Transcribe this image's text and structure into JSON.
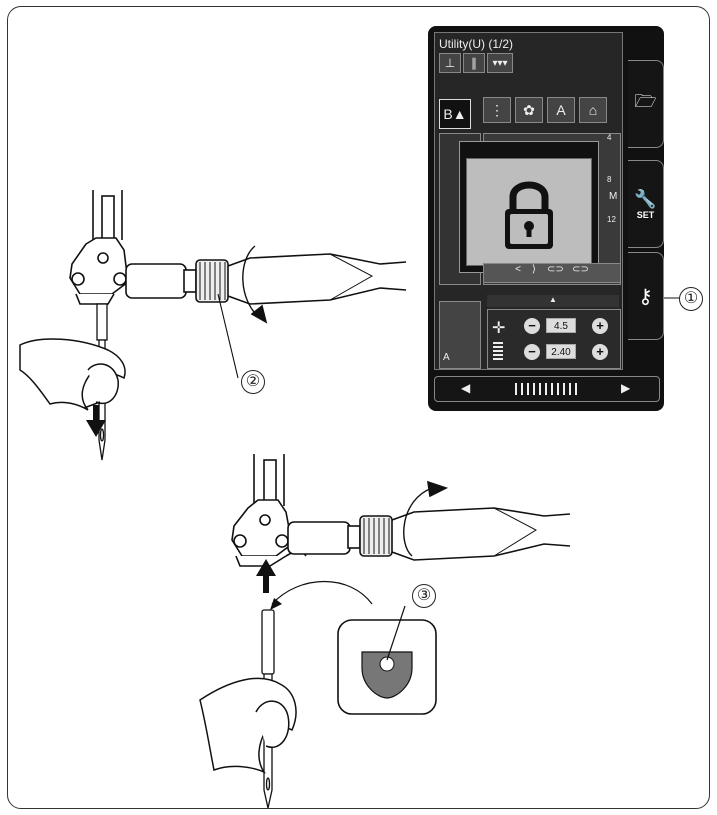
{
  "screen": {
    "title": "Utility(U) (1/2)",
    "set_label": "SET",
    "tab_letter": "B",
    "foot_letter": "A",
    "pattern_numbers": [
      "4",
      "8",
      "12"
    ],
    "pattern_letter": "M",
    "up_arrow": "▲",
    "left_arrow": "◀",
    "right_arrow": "▶",
    "stitch_width": "4.5",
    "stitch_length": "2.40",
    "minus": "−",
    "plus": "+"
  },
  "callouts": {
    "lock_key": "①",
    "screw": "②",
    "flat_side": "③"
  },
  "colors": {
    "panel_bg": "#111111",
    "lock_box": "#bdbdbd",
    "needle_shank": "#7a7a7a"
  }
}
